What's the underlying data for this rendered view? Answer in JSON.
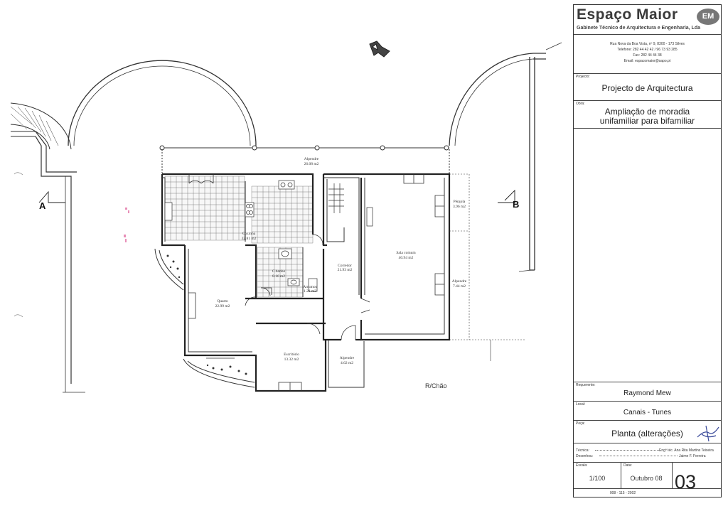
{
  "plan": {
    "rooms": [
      {
        "name": "Alpendre",
        "area": "26.08 m2"
      },
      {
        "name": "Cozinha",
        "area": "32.81 m2"
      },
      {
        "name": "C.banho",
        "area": "8.16 m2"
      },
      {
        "name": "Arrumos",
        "area": "1.21 m2"
      },
      {
        "name": "Corredor",
        "area": "21.93 m2"
      },
      {
        "name": "Sala comum",
        "area": "40.94 m2"
      },
      {
        "name": "Pérgola",
        "area": "3.96 m2"
      },
      {
        "name": "Alpendre",
        "area": "7.44 m2"
      },
      {
        "name": "Quarto",
        "area": "22.99 m2"
      },
      {
        "name": "Escritório",
        "area": "13.32 m2"
      },
      {
        "name": "Alpendre",
        "area": "4.62 m2"
      }
    ],
    "section_marker_a": "A",
    "section_marker_b": "B",
    "floor_label": "R/Chão"
  },
  "title_block": {
    "company_name": "Espaço Maior",
    "company_subtitle": "Gabinete Técnico de Arquitectura e Engenharia, Lda",
    "logo_mark": "EM",
    "address_line1": "Rua Nova da Boa Vista, nº 9, 8300 - 173 Silves",
    "address_line2": "Telefone: 282 44 42 42 / 96 73 93 285",
    "address_line3": "Fax: 282 44 44 38",
    "address_line4": "Email: espacomaior@sapo.pt",
    "projecto_label": "Projecto:",
    "projecto_value": "Projecto de Arquitectura",
    "obra_label": "Obra:",
    "obra_value_line1": "Ampliação de moradia",
    "obra_value_line2": "unifamiliar para bifamiliar",
    "requerente_label": "Requerente:",
    "requerente_value": "Raymond Mew",
    "local_label": "Local:",
    "local_value": "Canais - Tunes",
    "peca_label": "Peça:",
    "peca_value": "Planta  (alterações)",
    "tecnica_label": "Técnica:",
    "tecnica_value": "Engº téc. Ana Rita Martins Teixeira",
    "desenhou_label": "Desenhou:",
    "desenhou_value": "Jaime F. Ferreira",
    "escala_label": "Escala:",
    "escala_value": "1/100",
    "data_label": "Data:",
    "data_value": "Outubro 08",
    "drawing_number": "03",
    "reference": "008 - 115 - 2002"
  }
}
